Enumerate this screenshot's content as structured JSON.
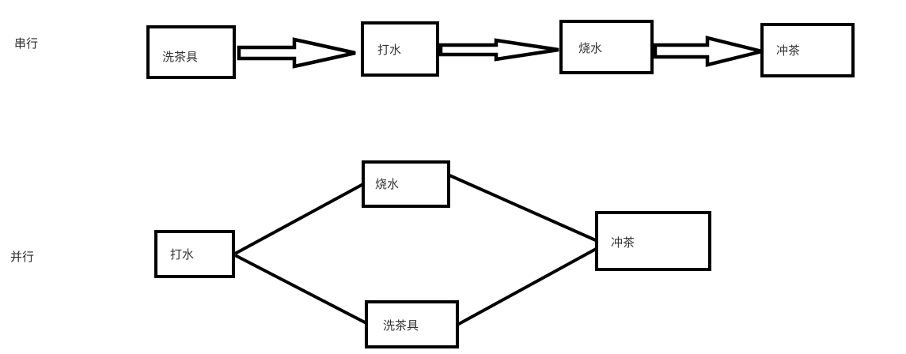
{
  "colors": {
    "background": "#ffffff",
    "shape_stroke": "#000000",
    "text": "#333333"
  },
  "serial": {
    "label": "串行",
    "steps": [
      "洗茶具",
      "打水",
      "烧水",
      "冲茶"
    ]
  },
  "parallel": {
    "label": "并行",
    "start": "打水",
    "branch_top": "烧水",
    "branch_bottom": "洗茶具",
    "end": "冲茶"
  }
}
